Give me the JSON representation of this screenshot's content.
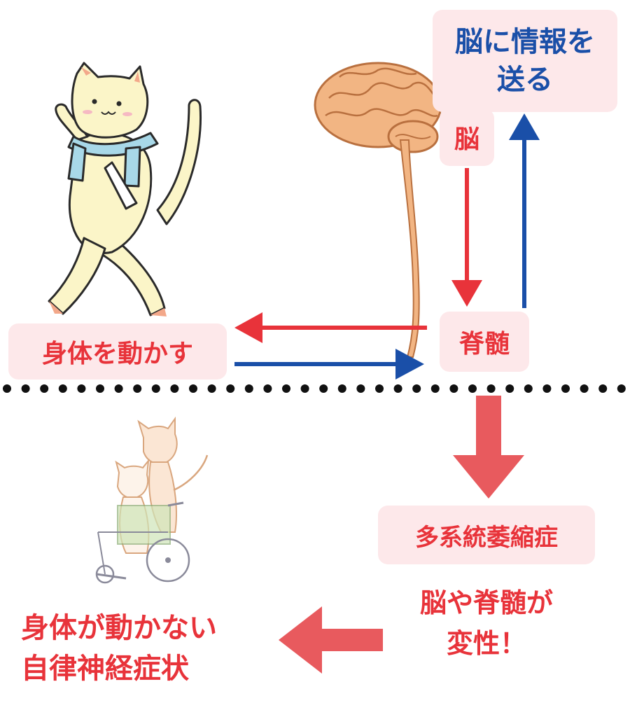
{
  "labels": {
    "send_to_brain": "脳に情報を\n送る",
    "brain": "脳",
    "spinal_cord": "脊髄",
    "move_body": "身体を動かす",
    "msa": "多系統萎縮症",
    "degeneration": "脳や脊髄が\n変性！",
    "result_line1": "身体が動かない",
    "result_line2": "自律神経症状"
  },
  "colors": {
    "red": "#e8333a",
    "blue": "#1a4fa8",
    "label_bg": "#fde8ea",
    "big_arrow": "#e85a5e"
  },
  "illustrations": [
    "walking-cat",
    "brain-and-spinal-cord",
    "cats-with-wheelchair"
  ]
}
